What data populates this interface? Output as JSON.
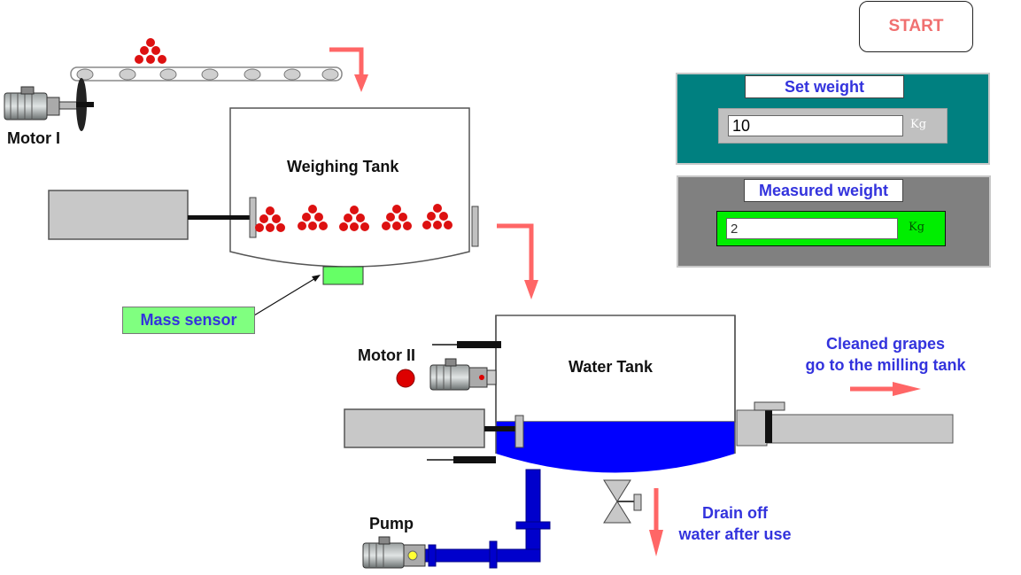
{
  "controls": {
    "start_label": "START"
  },
  "set_weight": {
    "title": "Set weight",
    "value": "10",
    "unit": "Kg"
  },
  "measured_weight": {
    "title": "Measured weight",
    "value": "2",
    "unit": "Kg"
  },
  "labels": {
    "motor_1": "Motor I",
    "weighing_tank": "Weighing Tank",
    "mass_sensor": "Mass sensor",
    "motor_2": "Motor II",
    "water_tank": "Water Tank",
    "pump": "Pump",
    "cleaned_line1": "Cleaned grapes",
    "cleaned_line2": "go to the milling tank",
    "drain_line1": "Drain off",
    "drain_line2": "water after use"
  },
  "colors": {
    "water": "#0000ff",
    "pipe": "#0000cc",
    "grape": "#dd1111",
    "arrow": "#ff6666",
    "set_panel_bg": "#008080",
    "measured_panel_bg": "#808080",
    "measured_field_bg": "#00ee00",
    "sensor_green": "#80ff80",
    "label_blue": "#3333dd",
    "motor2_indicator": "#dd0000"
  }
}
